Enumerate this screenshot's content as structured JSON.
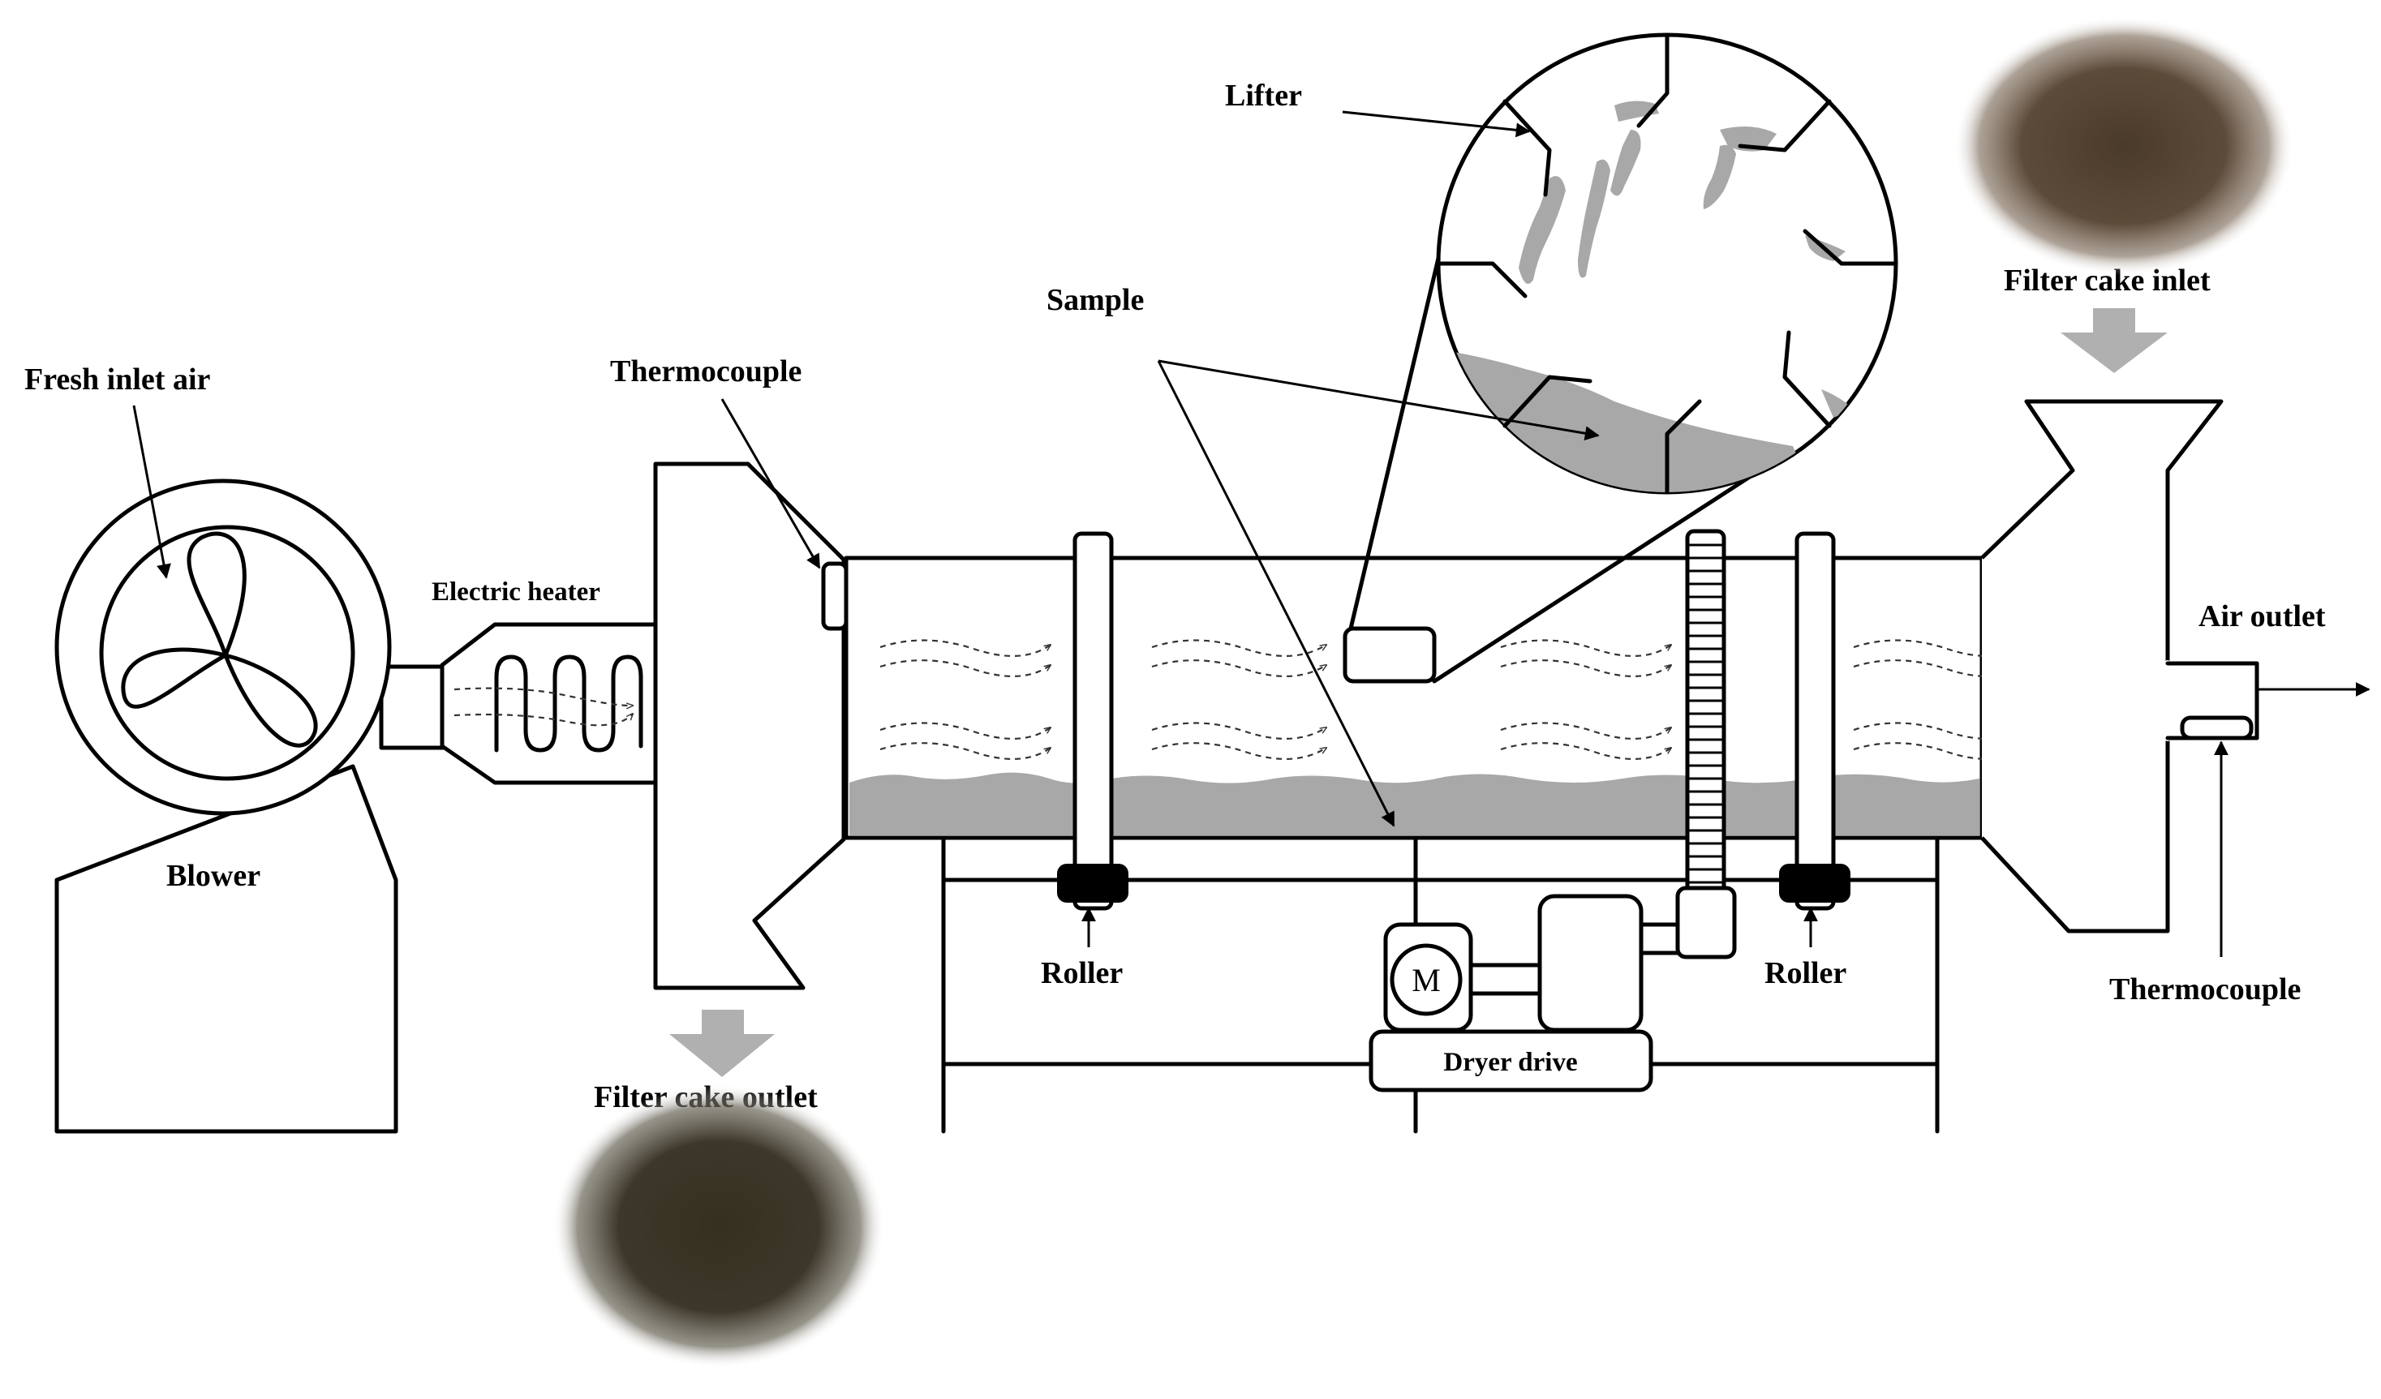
{
  "labels": {
    "fresh_inlet_air": "Fresh inlet air",
    "blower": "Blower",
    "electric_heater": "Electric  heater",
    "thermocouple_left": "Thermocouple",
    "filter_cake_outlet": "Filter cake outlet",
    "lifter": "Lifter",
    "sample": "Sample",
    "roller_left": "Roller",
    "roller_right": "Roller",
    "motor": "M",
    "dryer_drive": "Dryer drive",
    "filter_cake_inlet": "Filter cake inlet",
    "air_outlet": "Air outlet",
    "thermocouple_right": "Thermocouple"
  },
  "colors": {
    "line": "#000000",
    "material": "#a8a8a8",
    "flow_arrow": "#b0b0b0",
    "cake_dark": "#3a3428",
    "cake_brown": "#5a4a3a"
  }
}
